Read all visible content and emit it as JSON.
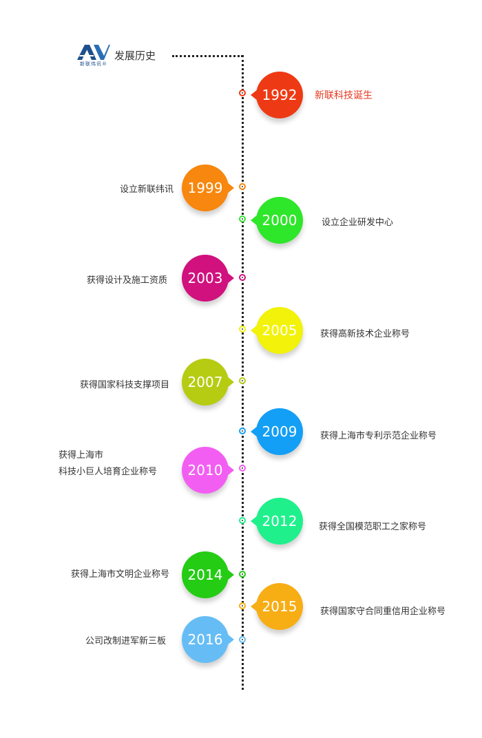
{
  "logo": {
    "text": "新联伟讯®",
    "color": "#1f4f8c"
  },
  "header": {
    "title": "发展历史"
  },
  "timeline": [
    {
      "year": "1992",
      "event": "新联科技诞生",
      "color": "#ee3a14",
      "event_color": "#e8381f"
    },
    {
      "year": "1999",
      "event": "设立新联纬讯",
      "color": "#f7870e"
    },
    {
      "year": "2000",
      "event": "设立企业研发中心",
      "color": "#2ee62a"
    },
    {
      "year": "2003",
      "event": "获得设计及施工资质",
      "color": "#d0117e"
    },
    {
      "year": "2005",
      "event": "获得高新技术企业称号",
      "color": "#f2f20a"
    },
    {
      "year": "2007",
      "event": "获得国家科技支撑项目",
      "color": "#b5cc12"
    },
    {
      "year": "2009",
      "event": "获得上海市专利示范企业称号",
      "color": "#139ff5"
    },
    {
      "year": "2010",
      "event_line1": "获得上海市",
      "event_line2": "科技小巨人培育企业称号",
      "color": "#f25ef2"
    },
    {
      "year": "2012",
      "event": "获得全国模范职工之家称号",
      "color": "#1ff08c"
    },
    {
      "year": "2014",
      "event": "获得上海市文明企业称号",
      "color": "#24cc14"
    },
    {
      "year": "2015",
      "event": "获得国家守合同重信用企业称号",
      "color": "#f7ad14"
    },
    {
      "year": "2016",
      "event": "公司改制进军新三板",
      "color": "#66bdf5"
    }
  ]
}
